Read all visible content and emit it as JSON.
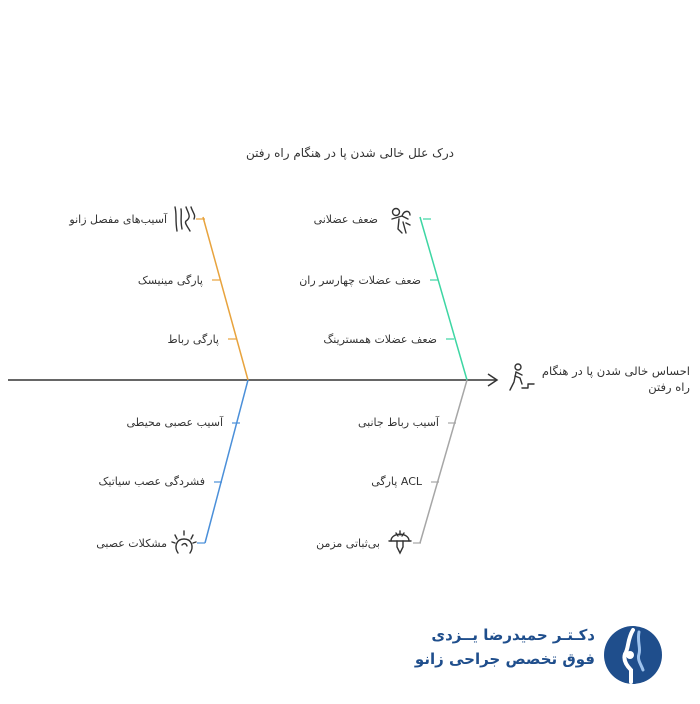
{
  "title": "درک علل خالی شدن پا در هنگام راه رفتن",
  "effect": "احساس خالی شدن پا در هنگام راه رفتن",
  "branches": {
    "top_left": {
      "color": "#e8a33d",
      "items": [
        "آسیب‌های مفصل زانو",
        "پارگی مینیسک",
        "پارگی رباط"
      ],
      "icon": "knee-joint-icon"
    },
    "top_right": {
      "color": "#3dd6a3",
      "items": [
        "ضعف عضلانی",
        "ضعف عضلات چهارسر ران",
        "ضعف عضلات همسترینگ"
      ],
      "icon": "weak-muscle-icon"
    },
    "bottom_left": {
      "color": "#4a8fd9",
      "items": [
        "آسیب عصبی محیطی",
        "فشردگی عصب سیاتیک",
        "مشکلات عصبی"
      ],
      "icon": "nerve-head-icon"
    },
    "bottom_right": {
      "color": "#a6a6a6",
      "items": [
        "آسیب رباط جانبی",
        "ACL پارگی",
        "بی‌ثباتی مزمن"
      ],
      "icon": "unstable-knee-icon"
    }
  },
  "logo": {
    "line1": "دکـتـر حمیدرضا یــزدی",
    "line2": "فوق تخصص جراحی زانو",
    "color": "#1f4e8c"
  }
}
